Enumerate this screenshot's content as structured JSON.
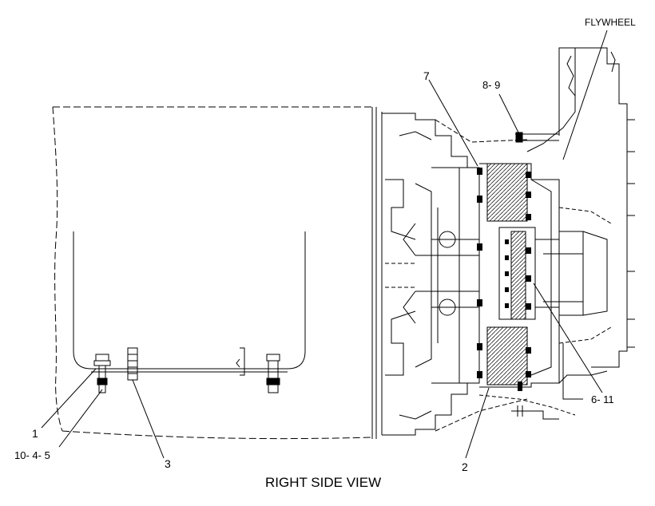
{
  "diagram": {
    "title": "RIGHT SIDE VIEW",
    "labels": {
      "flywheel": "FLYWHEEL",
      "p7": "7",
      "p8_9": "8- 9",
      "p6_11": "6- 11",
      "p2": "2",
      "p1": "1",
      "p10_4_5": "10- 4- 5",
      "p3": "3"
    }
  }
}
